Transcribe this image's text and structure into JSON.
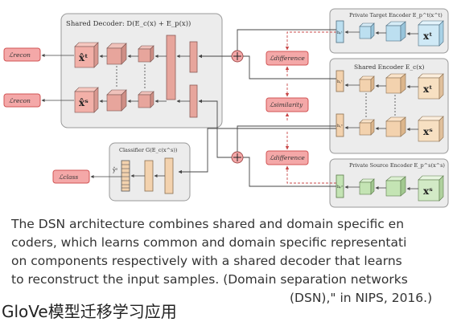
{
  "diagram": {
    "shared_decoder_title": "Shared Decoder: D(E_c(x) + E_p(x))",
    "private_target_title": "Private Target Encoder E_p^t(x^t)",
    "shared_encoder_title": "Shared Encoder E_c(x)",
    "private_source_title": "Private Source Encoder E_p^s(x^s)",
    "classifier_title": "Classifier G(E_c(x^s))",
    "loss_recon_top": "ℒrecon",
    "loss_recon_bottom": "ℒrecon",
    "loss_difference_top": "ℒdifference",
    "loss_similarity": "ℒsimilarity",
    "loss_difference_bottom": "ℒdifference",
    "loss_class": "ℒclass",
    "recon_target_label": "x̂ᵗ",
    "recon_source_label": "x̂ˢ",
    "target_input_label": "xᵗ",
    "shared_target_input_label": "xᵗ",
    "shared_source_input_label": "xˢ",
    "source_input_label": "xˢ",
    "classifier_output_label": "ŷˢ",
    "feat_hpt": "hₚᵗ",
    "feat_hct": "h꜀ᵗ",
    "feat_hcs": "h꜀ˢ",
    "feat_hps": "hₚˢ"
  },
  "caption_lines": [
    "The DSN architecture combines shared and domain specific en",
    "coders, which learns common and domain specific representati",
    "on components respectively with a shared decoder that learns",
    "to reconstruct the input samples. (Domain separation networks",
    "(DSN),\" in NIPS, 2016.)"
  ],
  "brand": "GloVe模型迁移学习应用",
  "colors": {
    "panel_bg": "#ececec",
    "panel_border": "#9a9a9a",
    "loss_fill": "#f4a8a8",
    "loss_stroke": "#d25555",
    "recon_fill": "#f2b0a8",
    "cube_red": "#e7a59c",
    "cube_orange": "#f3d2ae",
    "cube_blue": "#bcdff0",
    "cube_green": "#c4e4b4",
    "cube_input": "#cfe9f6"
  }
}
